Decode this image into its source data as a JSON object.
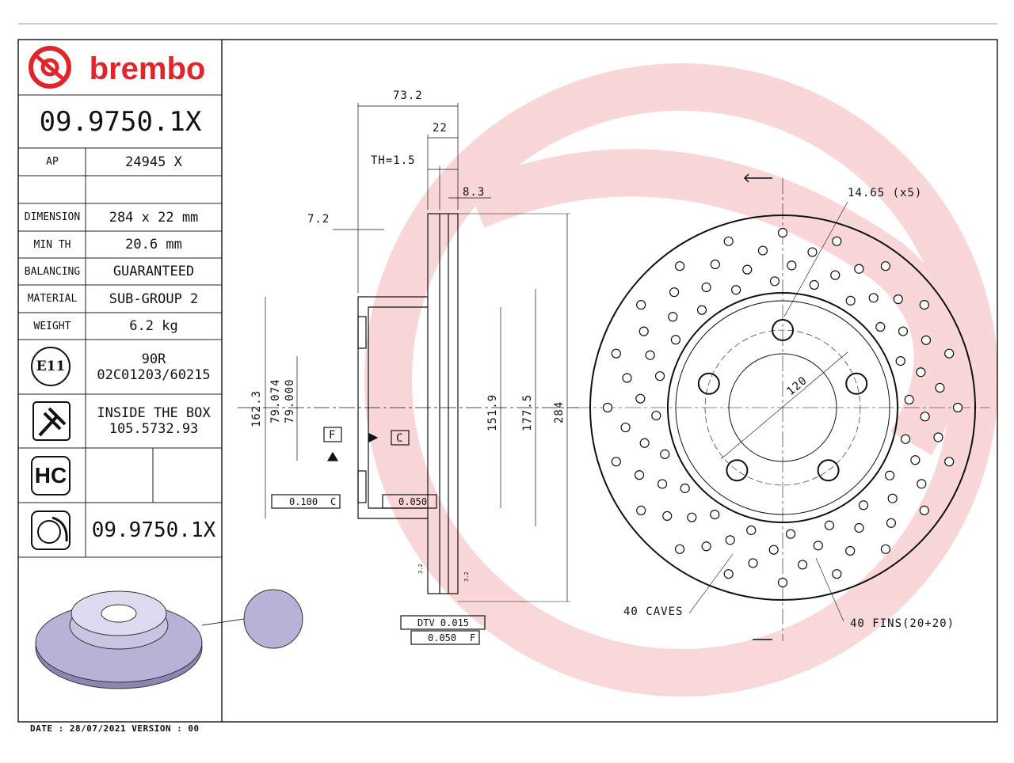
{
  "brand": {
    "name": "brembo",
    "color": "#e0262d"
  },
  "part_number": "09.9750.1X",
  "table": {
    "ap_label": "AP",
    "ap_value": "24945 X",
    "dimension_label": "DIMENSION",
    "dimension_value": "284 x 22 mm",
    "minth_label": "MIN TH",
    "minth_value": "20.6 mm",
    "balancing_label": "BALANCING",
    "balancing_value": "GUARANTEED",
    "material_label": "MATERIAL",
    "material_value": "SUB-GROUP 2",
    "weight_label": "WEIGHT",
    "weight_value": "6.2 kg",
    "e11_badge": "E11",
    "e11_line1": "90R",
    "e11_line2": "02C01203/60215",
    "box_line1": "INSIDE THE BOX",
    "box_line2": "105.5732.93",
    "hc_badge": "HC",
    "bottom_part_number": "09.9750.1X"
  },
  "footer": "DATE : 28/07/2021 VERSION : 00",
  "section_view": {
    "dim_73_2": "73.2",
    "dim_22": "22",
    "dim_th": "TH=1.5",
    "dim_8_3": "8.3",
    "dim_7_2": "7.2",
    "dia_162_3": "162.3",
    "dia_79_074": "79.074",
    "dia_79_000": "79.000",
    "dia_151_9": "151.9",
    "dia_177_5": "177.5",
    "dia_284": "284",
    "datum_f": "F",
    "datum_c": "C",
    "tol_par": "0.100",
    "tol_par_ref": "C",
    "tol_flat": "0.050",
    "dtv": "DTV 0.015",
    "runout": "0.050",
    "runout_ref": "F",
    "small_3_2_a": "3.2",
    "small_3_2_b": "3.2"
  },
  "front_view": {
    "hole_dim": "14.65 (x5)",
    "pcd": "120",
    "caves": "40 CAVES",
    "fins": "40 FINS(20+20)"
  }
}
